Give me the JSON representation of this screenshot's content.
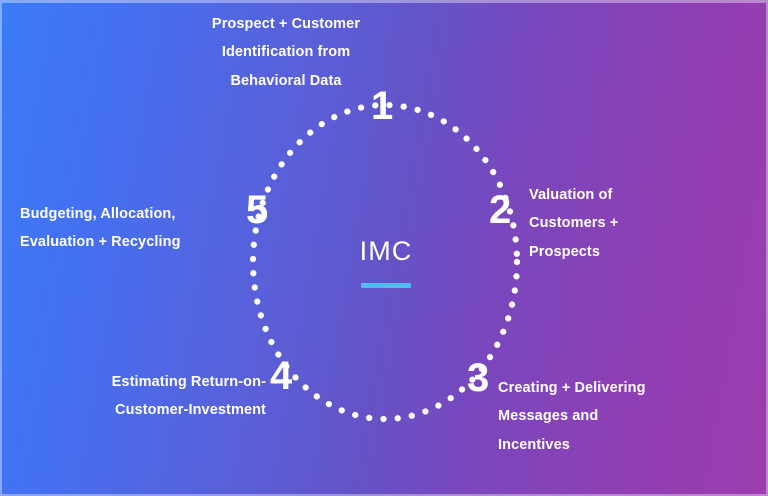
{
  "diagram": {
    "type": "circular-process",
    "center": {
      "title": "IMC",
      "underline_color": "#4fbdf0"
    },
    "background": {
      "gradient_from": "#3b7cf7",
      "gradient_mid": "#6354c8",
      "gradient_to": "#9c3dae",
      "direction": "left-to-right"
    },
    "ring": {
      "style": "dotted",
      "color": "#ffffff"
    },
    "steps": [
      {
        "number": "1",
        "label": "Prospect + Customer\nIdentification from\nBehavioral Data",
        "position": "top"
      },
      {
        "number": "2",
        "label": "Valuation of\nCustomers +\nProspects",
        "position": "right"
      },
      {
        "number": "3",
        "label": "Creating + Delivering\nMessages and\nIncentives",
        "position": "bottom-right"
      },
      {
        "number": "4",
        "label": "Estimating Return-on-\nCustomer-Investment",
        "position": "bottom-left"
      },
      {
        "number": "5",
        "label": "Budgeting, Allocation,\nEvaluation + Recycling",
        "position": "left"
      }
    ]
  }
}
